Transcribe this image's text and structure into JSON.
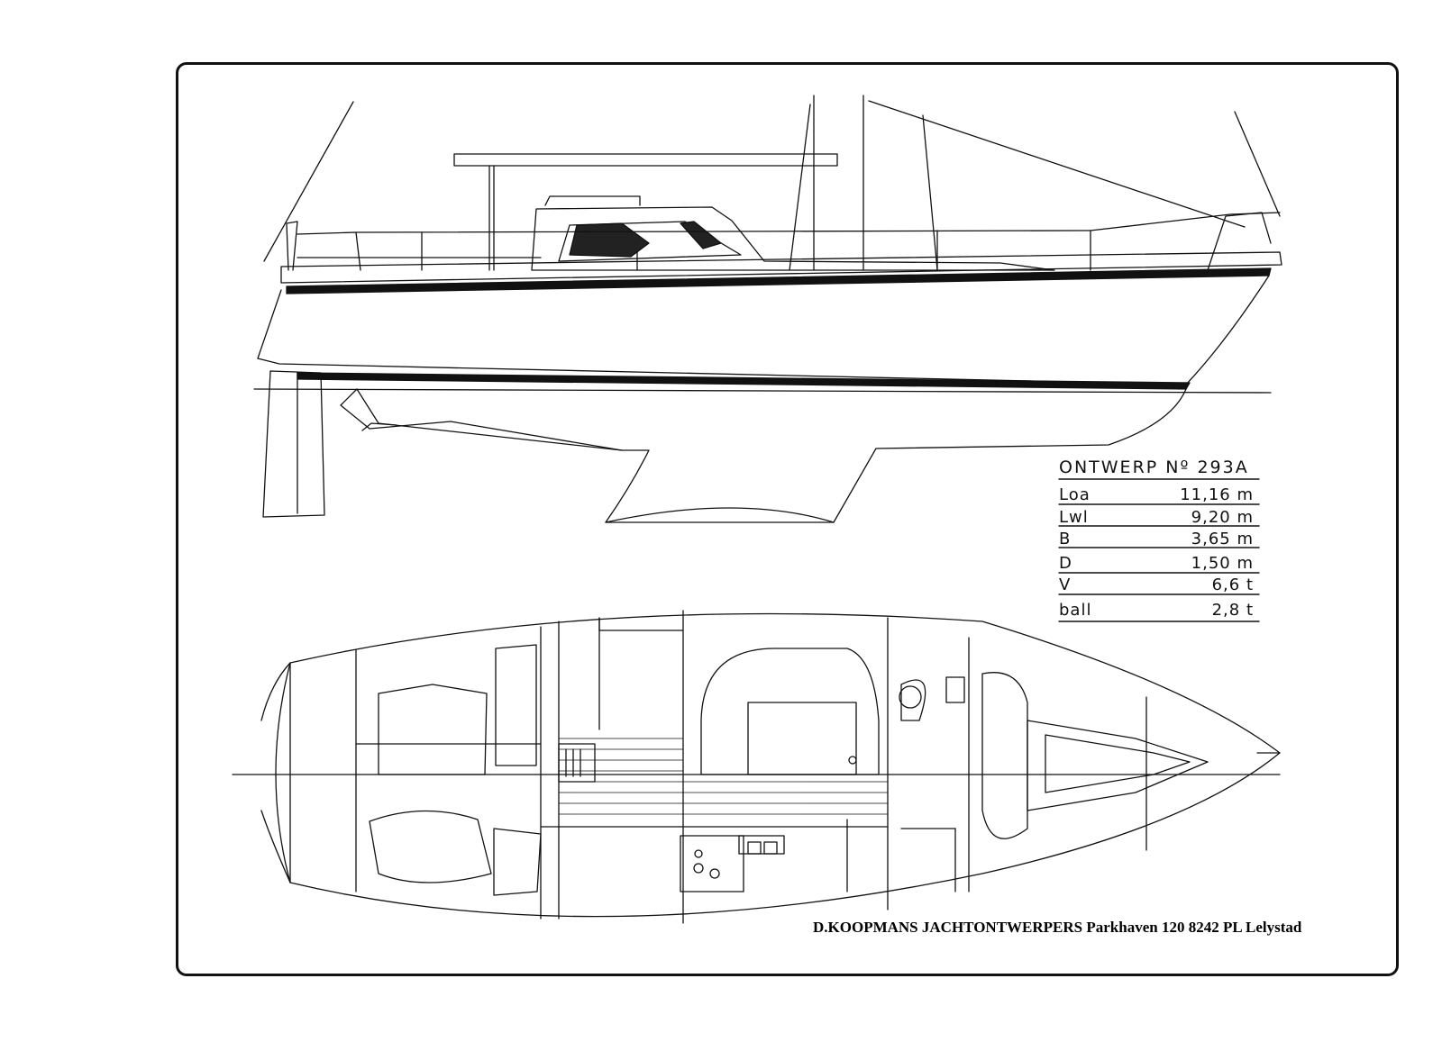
{
  "design": {
    "title": "ONTWERP Nº 293A",
    "specs": [
      {
        "label": "Loa",
        "value": "11,16 m"
      },
      {
        "label": "Lwl",
        "value": "9,20 m"
      },
      {
        "label": "B",
        "value": "3,65 m"
      },
      {
        "label": "D",
        "value": "1,50 m"
      },
      {
        "label": "V",
        "value": "6,6 t"
      },
      {
        "label": "ball",
        "value": "2,8 t"
      }
    ]
  },
  "footer": {
    "designer": "D.KOOPMANS JACHTONTWERPERS Parkhaven 120 8242 PL Lelystad"
  },
  "colors": {
    "ink": "#111111",
    "paper": "#ffffff"
  }
}
